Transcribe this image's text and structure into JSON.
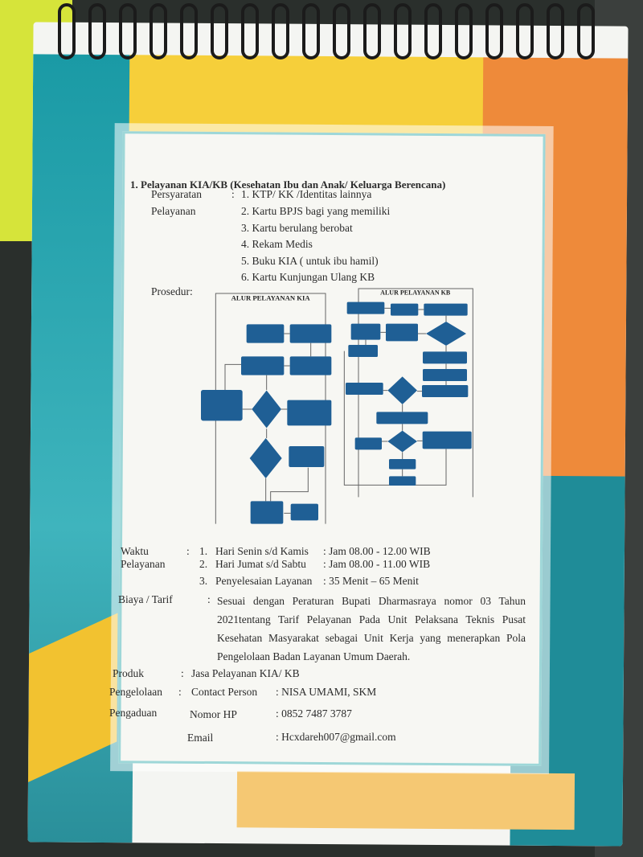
{
  "title": "1. Pelayanan KIA/KB (Kesehatan Ibu dan Anak/ Keluarga Berencana)",
  "persyaratan": {
    "label_1": "Persyaratan",
    "label_2": "Pelayanan",
    "colon": ":",
    "items": [
      "1. KTP/ KK /Identitas lainnya",
      "2. Kartu BPJS bagi yang memiliki",
      "3. Kartu berulang berobat",
      "4. Rekam Medis",
      "5. Buku KIA ( untuk ibu hamil)",
      "6. Kartu Kunjungan Ulang KB"
    ]
  },
  "prosedur": {
    "label": "Prosedur:",
    "chart_kia_title": "ALUR PELAYANAN KIA",
    "chart_kb_title": "ALUR PELAYANAN KB"
  },
  "waktu": {
    "label_1": "Waktu",
    "label_2": "Pelayanan",
    "colon": ":",
    "rows": [
      {
        "num": "1.",
        "day": "Hari Senin s/d Kamis",
        "time": ": Jam 08.00 - 12.00 WIB"
      },
      {
        "num": "2.",
        "day": "Hari Jumat  s/d Sabtu",
        "time": ": Jam 08.00 - 11.00 WIB"
      },
      {
        "num": "3.",
        "day": "Penyelesaian Layanan",
        "time": ": 35 Menit – 65 Menit"
      }
    ]
  },
  "biaya": {
    "label": "Biaya / Tarif",
    "colon": ":",
    "text": "Sesuai dengan Peraturan Bupati Dharmasraya nomor 03 Tahun 2021tentang Tarif Pelayanan Pada Unit Pelaksana Teknis Pusat Kesehatan Masyarakat sebagai Unit Kerja yang menerapkan Pola Pengelolaan Badan Layanan Umum Daerah."
  },
  "produk": {
    "label": "Produk",
    "colon": ":",
    "value": "Jasa Pelayanan KIA/ KB"
  },
  "pengelolaan": {
    "label_1": "Pengelolaan",
    "label_2": "Pengaduan",
    "colon": ":",
    "contact_label": "Contact Person",
    "contact_value": ": NISA UMAMI, SKM",
    "hp_label": "Nomor HP",
    "hp_value": ": 0852 7487 3787",
    "email_label": "Email",
    "email_value": ": Hcxdareh007@gmail.com"
  }
}
